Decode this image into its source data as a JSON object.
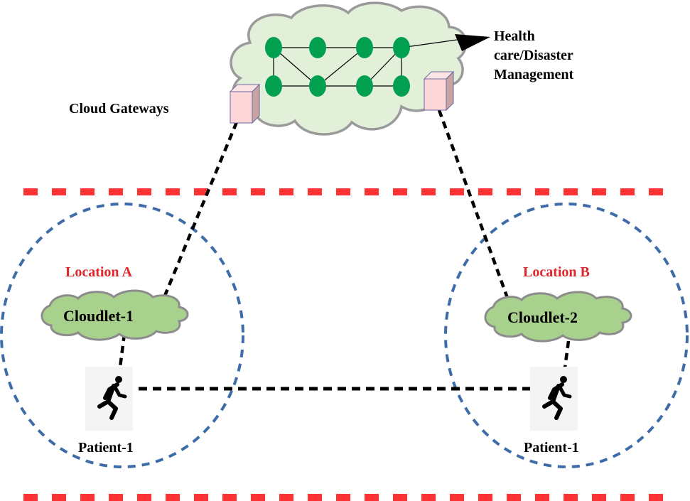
{
  "diagram": {
    "type": "network-architecture",
    "labels": {
      "cloud_gateways": "Cloud Gateways",
      "destination_line1": "Health",
      "destination_line2": "care/Disaster",
      "destination_line3": "Management",
      "location_a": "Location A",
      "location_b": "Location B",
      "cloudlet_1": "Cloudlet-1",
      "cloudlet_2": "Cloudlet-2",
      "patient_left": "Patient-1",
      "patient_right": "Patient-1"
    },
    "colors": {
      "boundary_red": "#ff3333",
      "location_blue": "#3e6ca8",
      "location_label_red": "#e0262b",
      "cloud_fill": "#e2efd9",
      "cloud_stroke": "#9a9a9a",
      "node_green": "#00a050",
      "cloudlet_fill": "#a9d18e",
      "gateway_front": "#fdd7d7",
      "gateway_side": "#c9a3a3"
    },
    "cloud_nodes": {
      "count": 8,
      "rows": 2,
      "columns": 4
    }
  }
}
